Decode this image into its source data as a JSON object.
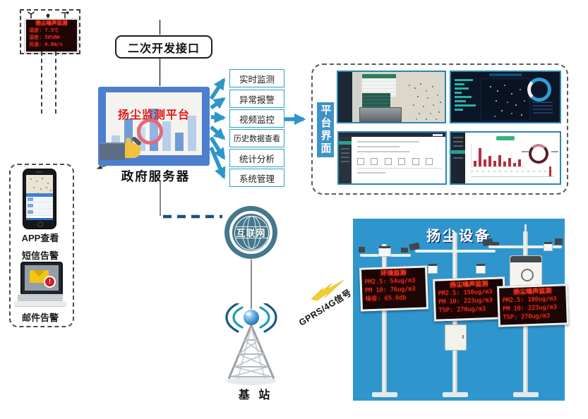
{
  "diagram": {
    "roadside_display": {
      "title": "扬尘噪声监测",
      "lines": [
        "温度: 7.5℃",
        "湿度: 50%RH",
        "风速: 0.8m/s"
      ]
    },
    "dev_interface": {
      "label": "二次开发接口"
    },
    "server": {
      "screen_title": "扬尘监测平台",
      "label": "政府服务器"
    },
    "functions": [
      {
        "label": "实时监测"
      },
      {
        "label": "异常报警"
      },
      {
        "label": "视频监控"
      },
      {
        "label": "历史数据查看"
      },
      {
        "label": "统计分析"
      },
      {
        "label": "系统管理"
      }
    ],
    "platform_ui": {
      "label": "平台界面"
    },
    "notifications": {
      "app": "APP查看",
      "sms": "短信告警",
      "email": "邮件告警"
    },
    "internet": {
      "label": "互联网"
    },
    "base_station": {
      "label": "基 站"
    },
    "signal": {
      "label": "GPRS/4G信号"
    },
    "equipment": {
      "title": "扬尘设备",
      "stations": [
        {
          "led_title": "环境监测",
          "lines": [
            "PM2.5: 54ug/m3",
            "PM 10: 76ug/m3",
            "噪音:  65.0db"
          ]
        },
        {
          "led_title": "扬尘噪声监测",
          "lines": [
            "PM2.5: 150ug/m3",
            "PM 10: 223ug/m3",
            "TSP: 270ug/m3"
          ]
        },
        {
          "led_title": "扬尘噪声监测",
          "lines": [
            "PM2.5: 180ug/m3",
            "PM 10: 223ug/m3",
            "TSP: 270ug/m3"
          ]
        }
      ]
    },
    "colors": {
      "arrow_blue": "#2e96c8",
      "box_border": "#2ba0c8",
      "monitor_frame": "#4c80cf",
      "platform_label_bg": "#3e93c6",
      "panel_blue": "#2f96cd",
      "led_red": "#ff3a24",
      "globe_teal": "#45788c",
      "title_red": "#e01818",
      "lightning_yellow": "#f2cf2a"
    }
  }
}
